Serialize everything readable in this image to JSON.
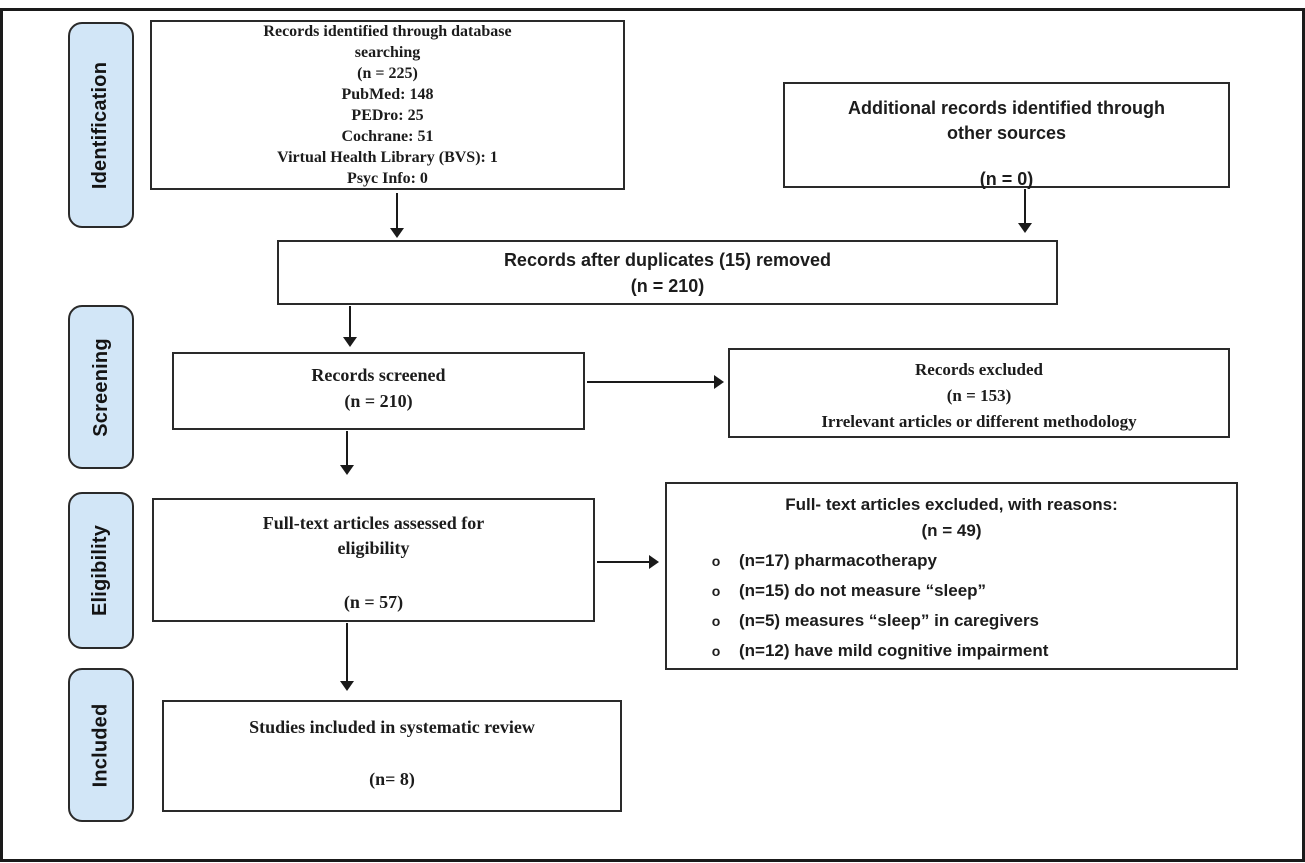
{
  "stages": {
    "identification": "Identification",
    "screening": "Screening",
    "eligibility": "Eligibility",
    "included": "Included"
  },
  "boxes": {
    "identified": {
      "lines": [
        "Records identified through database",
        "searching",
        "(n = 225)",
        "PubMed: 148",
        "PEDro: 25",
        "Cochrane: 51",
        "Virtual Health Library (BVS): 1",
        "Psyc Info: 0"
      ]
    },
    "additional": {
      "line1": "Additional records identified through",
      "line2": "other sources",
      "n": "(n = 0)"
    },
    "duplicates": {
      "line1": "Records after duplicates (15) removed",
      "line2": "(n = 210)"
    },
    "screened": {
      "line1": "Records screened",
      "line2": "(n = 210)"
    },
    "excluded": {
      "line1": "Records excluded",
      "line2": "(n = 153)",
      "line3": "Irrelevant articles or different methodology"
    },
    "fulltext": {
      "line1": "Full-text articles assessed for",
      "line2": "eligibility",
      "n": "(n = 57)"
    },
    "fulltext_excluded": {
      "line1": "Full- text articles excluded, with reasons:",
      "line2": "(n = 49)",
      "bullet_marker": "o",
      "bullets": [
        "(n=17) pharmacotherapy",
        "(n=15) do not measure “sleep”",
        "(n=5) measures “sleep” in caregivers",
        "(n=12) have mild cognitive impairment"
      ]
    },
    "included_box": {
      "line1": "Studies included in systematic review",
      "n": "(n= 8)"
    }
  },
  "colors": {
    "stage_fill": "#d2e6f7",
    "line_color": "#1a1a1a"
  }
}
